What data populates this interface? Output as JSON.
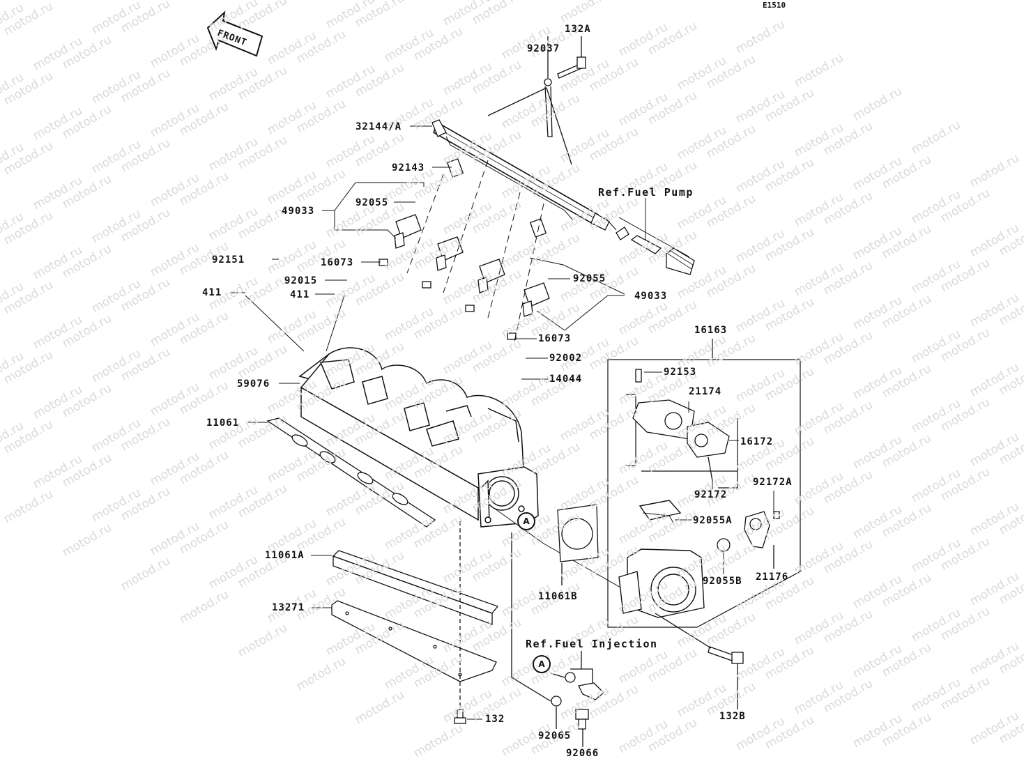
{
  "drawing_id": "E1510",
  "watermark": "motod.ru",
  "front_label": "FRONT",
  "refs": {
    "fuel_pump": "Ref.Fuel Pump",
    "fuel_injection": "Ref.Fuel Injection"
  },
  "circle_ref": "A",
  "parts": {
    "p132A": "132A",
    "p92037": "92037",
    "p32144A": "32144/A",
    "p92143": "92143",
    "p49033_left": "49033",
    "p92055_left": "92055",
    "p92151": "92151",
    "p16073_top": "16073",
    "p92015": "92015",
    "p411_left": "411",
    "p411_right": "411",
    "p92055_right": "92055",
    "p49033_right": "49033",
    "p16073_bottom": "16073",
    "p16163": "16163",
    "p92002": "92002",
    "p92153": "92153",
    "p14044": "14044",
    "p21174": "21174",
    "p59076": "59076",
    "p16172": "16172",
    "p11061": "11061",
    "p92172": "92172",
    "p92172A": "92172A",
    "p92055A": "92055A",
    "p11061A": "11061A",
    "p92055B": "92055B",
    "p21176": "21176",
    "p11061B": "11061B",
    "p13271": "13271",
    "p132B": "132B",
    "p132": "132",
    "p92065": "92065",
    "p92066": "92066"
  }
}
